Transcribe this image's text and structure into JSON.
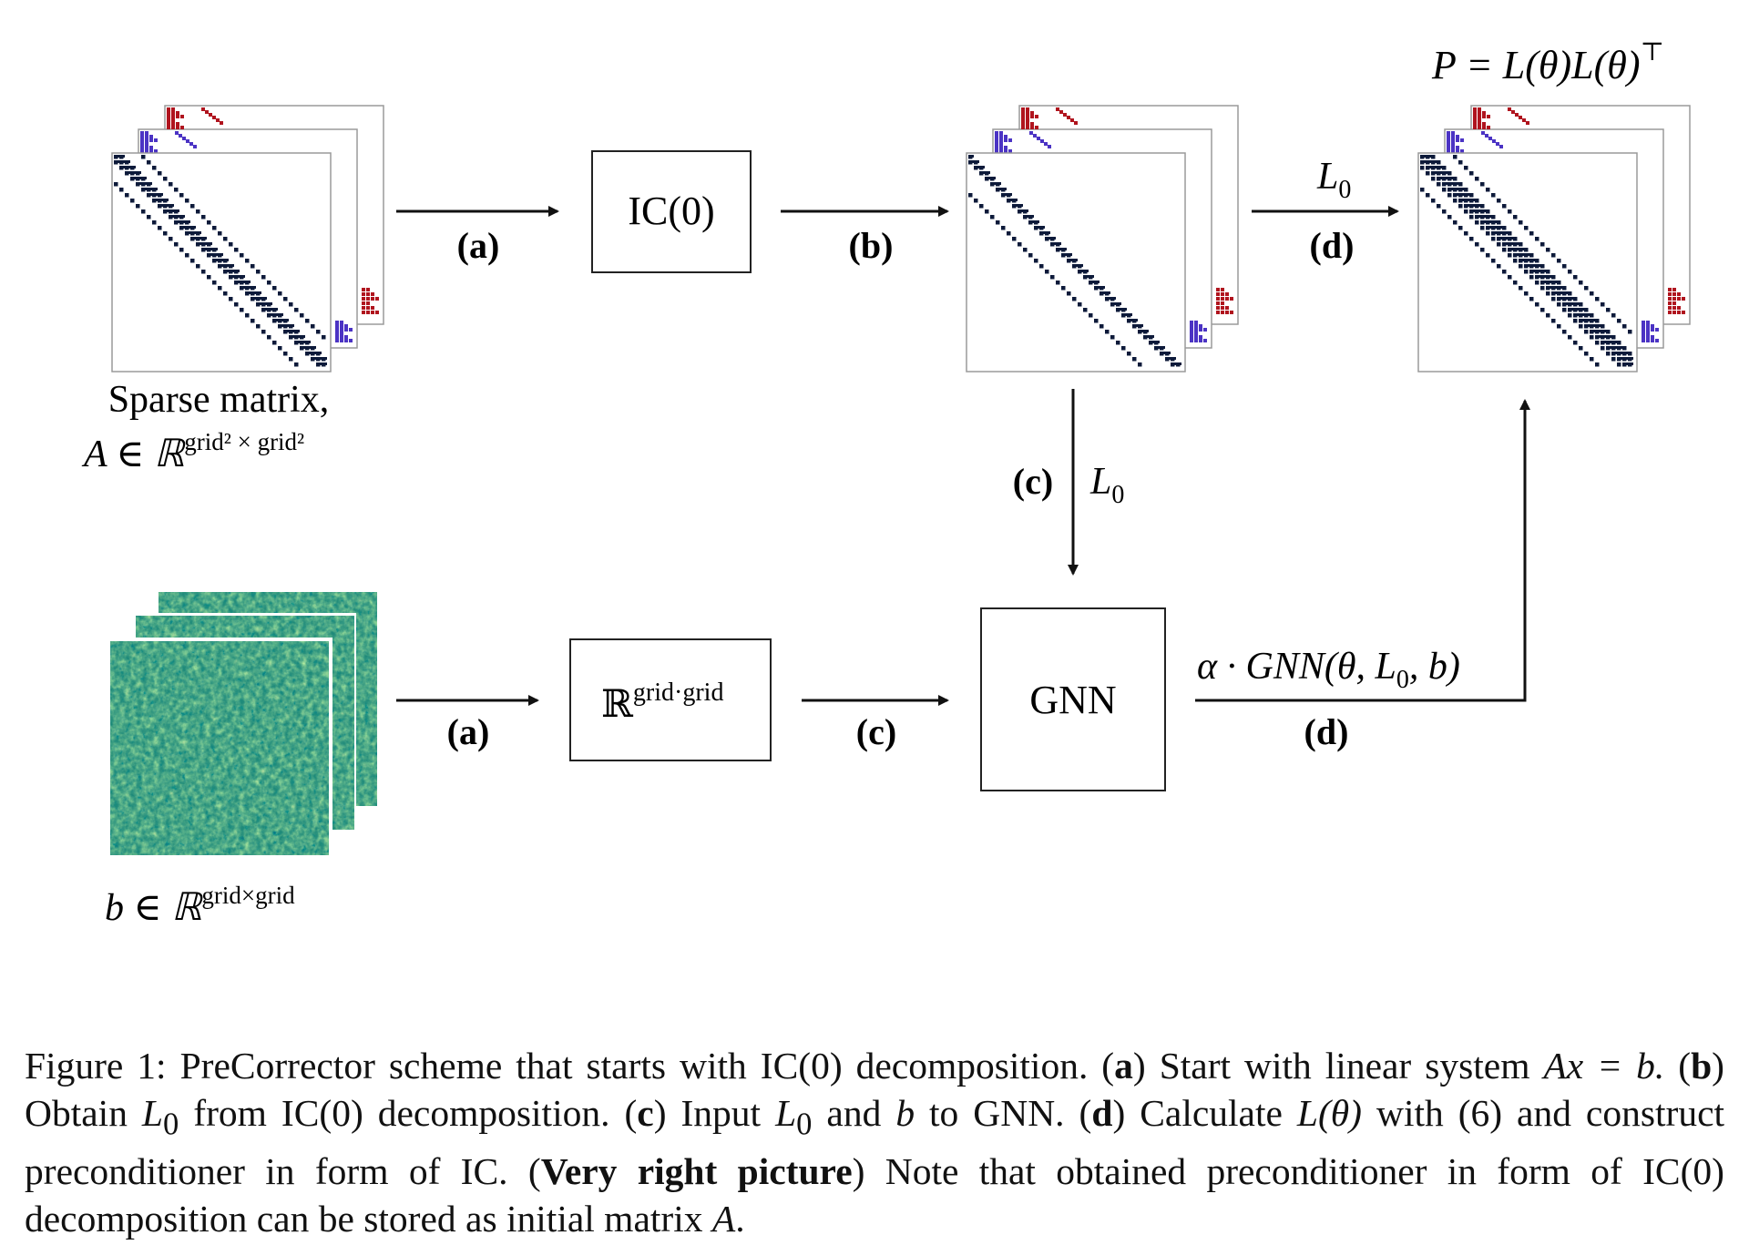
{
  "labels": {
    "a": "(a)",
    "b": "(b)",
    "c": "(c)",
    "d": "(d)"
  },
  "nodes": {
    "ic0": "IC(0)",
    "gnn": "GNN",
    "vector_space_base": "ℝ",
    "vector_space_sup": "grid·grid"
  },
  "math": {
    "L0_base": "L",
    "L0_sub": "0",
    "P_formula": "P = L(θ)L(θ)",
    "P_formula_sup": "⊤",
    "gnn_output": "α · GNN(θ, L",
    "gnn_output_sub": "0",
    "gnn_output_tail": ", b)"
  },
  "matrix_caption": {
    "line1": "Sparse matrix,",
    "line2_base": "A ∈ ℝ",
    "line2_sup": "grid² × grid²"
  },
  "rhs_caption": {
    "base": "b ∈ ℝ",
    "sup": "grid×grid"
  },
  "caption": {
    "figure_label": "Figure 1:",
    "intro": "PreCorrector scheme that starts with IC(0) decomposition.",
    "a_key": "a",
    "a_text": "Start with linear system",
    "eq": "Ax = b.",
    "b_key": "b",
    "b_text_1": "Obtain",
    "b_L0": "L",
    "b_L0_sub": "0",
    "b_text_2": "from IC(0) decomposition.",
    "c_key": "c",
    "c_text_1": "Input",
    "c_L0": "L",
    "c_L0_sub": "0",
    "c_text_2": "and",
    "c_b": "b",
    "c_text_3": "to GNN.",
    "d_key": "d",
    "d_text_1": "Calculate",
    "d_L": "L(θ)",
    "d_text_2": "with (6) and construct preconditioner in form of IC.",
    "vrp_key": "Very right picture",
    "vrp_text": "Note that obtained preconditioner in form of IC(0) decomposition can be stored as initial matrix",
    "vrp_A": "A",
    "vrp_end": "."
  },
  "colors": {
    "matrix_dots": "#0d1a3a",
    "red_dots": "#b0141e",
    "purple_dots": "#4b33c4",
    "field_base": "#1f8a7a",
    "frame": "#9a9a9a",
    "ink": "#111111"
  }
}
